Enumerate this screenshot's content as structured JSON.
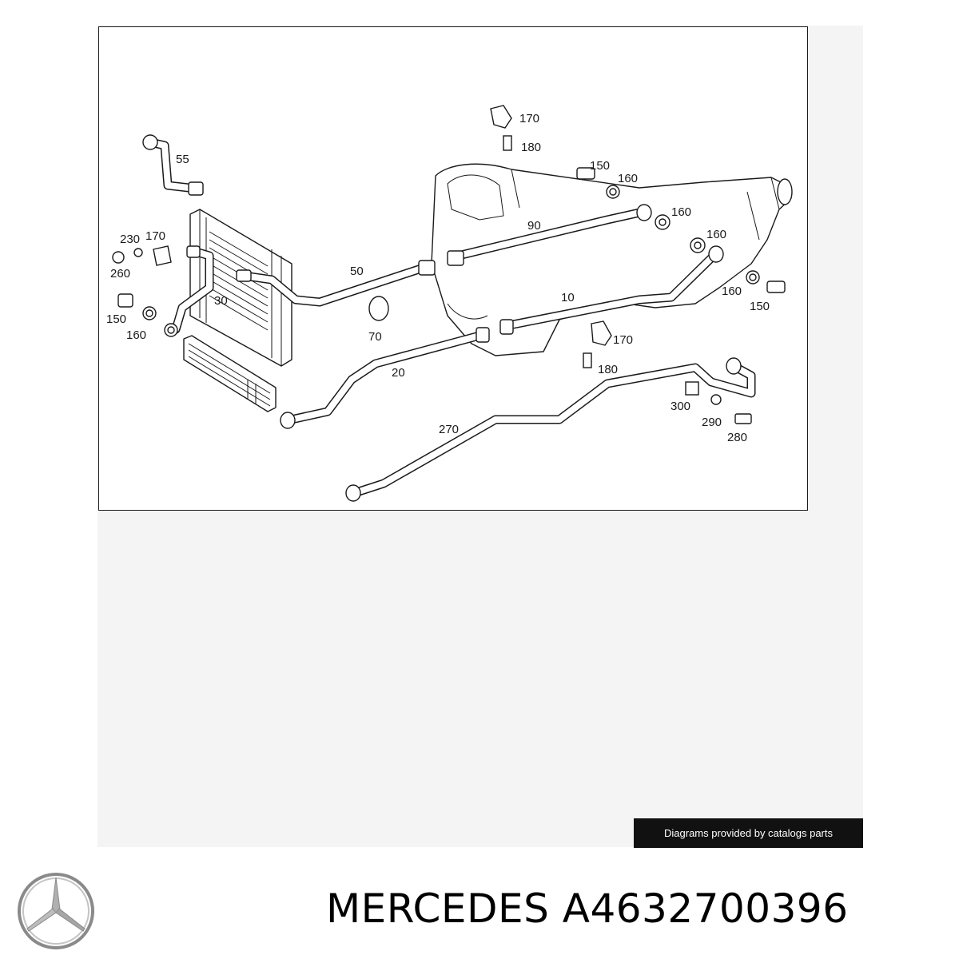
{
  "diagram": {
    "callouts": [
      "55",
      "170",
      "180",
      "150",
      "160",
      "90",
      "160",
      "160",
      "230",
      "170",
      "260",
      "50",
      "30",
      "150",
      "160",
      "70",
      "10",
      "160",
      "150",
      "170",
      "20",
      "180",
      "300",
      "290",
      "280",
      "270"
    ]
  },
  "watermark": {
    "text": "Diagrams provided by catalogs parts"
  },
  "title": {
    "brand": "MERCEDES",
    "part_number": "A4632700396"
  },
  "icons": {
    "logo": "mercedes-star-icon"
  }
}
